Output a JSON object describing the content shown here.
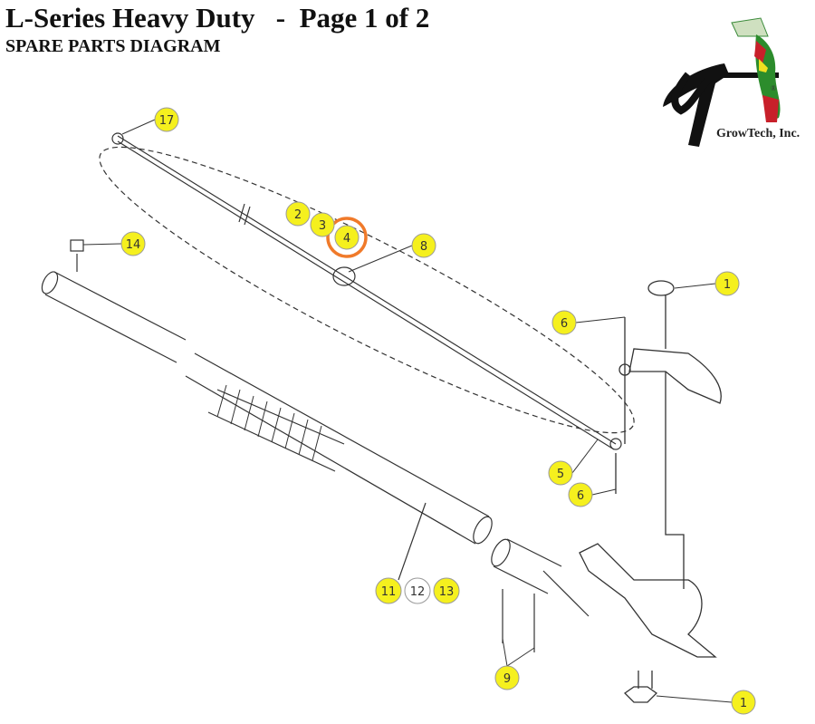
{
  "header": {
    "title": "L-Series Heavy Duty   -  Page 1 of 2",
    "subtitle": "SPARE PARTS DIAGRAM"
  },
  "logo": {
    "monogram": "GT",
    "company": "GrowTech, Inc.",
    "registered": "®"
  },
  "callouts": [
    {
      "label": "17",
      "highlight": "yellow"
    },
    {
      "label": "2",
      "highlight": "yellow"
    },
    {
      "label": "3",
      "highlight": "yellow"
    },
    {
      "label": "4",
      "highlight": "yellow",
      "selected": true
    },
    {
      "label": "8",
      "highlight": "yellow"
    },
    {
      "label": "14",
      "highlight": "yellow"
    },
    {
      "label": "1",
      "highlight": "yellow"
    },
    {
      "label": "6",
      "highlight": "yellow"
    },
    {
      "label": "5",
      "highlight": "yellow"
    },
    {
      "label": "6",
      "highlight": "yellow"
    },
    {
      "label": "11",
      "highlight": "yellow"
    },
    {
      "label": "12",
      "highlight": "white"
    },
    {
      "label": "13",
      "highlight": "yellow"
    },
    {
      "label": "9",
      "highlight": "yellow"
    },
    {
      "label": "1",
      "highlight": "yellow"
    }
  ],
  "colors": {
    "callout_fill": "#f5f01e",
    "selection_ring": "#f07a2a",
    "line": "#333333"
  }
}
